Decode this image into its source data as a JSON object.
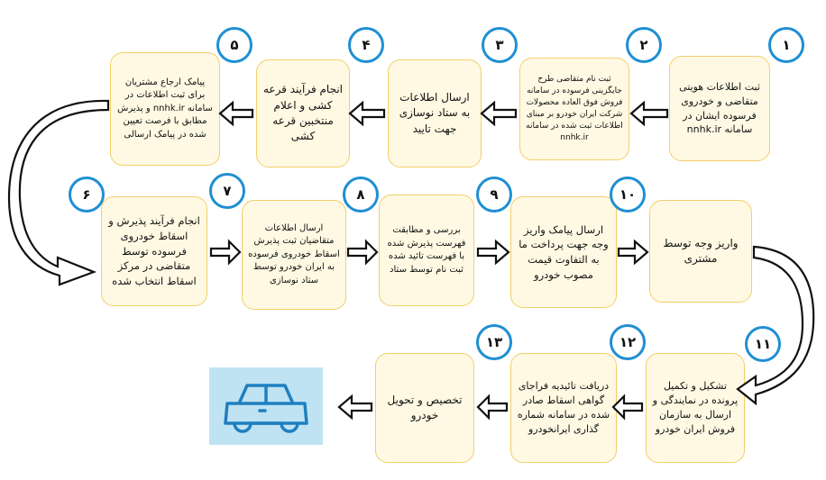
{
  "colors": {
    "box_fill": "#fff9e3",
    "box_border": "#f2cf6a",
    "circle_border": "#1f8fd3",
    "arrow": "#111111",
    "car_icon_bg": "#bfe3f3",
    "car_icon_line": "#1f7fbf"
  },
  "steps": [
    {
      "num": "۱",
      "text": "ثبت اطلاعات هویتی متقاضی و خودروی فرسوده ایشان در سامانه nnhk.ir"
    },
    {
      "num": "۲",
      "text": "ثبت نام متقاضی طرح جایگزینی فرسوده در سامانه فروش فوق العاده محصولات شرکت ایران خودرو بر مبنای اطلاعات ثبت شده در سامانه nnhk.ir"
    },
    {
      "num": "۳",
      "text": "ارسال اطلاعات به ستاد نوسازی جهت تایید"
    },
    {
      "num": "۴",
      "text": "انجام فرآیند قرعه کشی و اعلام منتخبین قرعه کشی"
    },
    {
      "num": "۵",
      "text": "پیامک ارجاع مشتریان برای ثبت اطلاعات در سامانه nnhk.ir و پذیرش مطابق با فرصت تعیین شده در پیامک ارسالی"
    },
    {
      "num": "۶",
      "text": "انجام فرآیند پذیرش و اسقاط خودروی فرسوده توسط متقاضی در مرکز اسقاط انتخاب شده"
    },
    {
      "num": "۷",
      "text": "ارسال اطلاعات متقاضیان ثبت پذیرش اسقاط خودروی فرسوده به ایران خودرو توسط ستاد نوسازی"
    },
    {
      "num": "۸",
      "text": "بررسی و مطابقت فهرست پذیرش شده با فهرست تائید شده ثبت نام توسط ستاد"
    },
    {
      "num": "۹",
      "text": "ارسال پیامک واریز وجه جهت پرداخت ما به التفاوت قیمت مصوب خودرو"
    },
    {
      "num": "۱۰",
      "text": "واریز وجه توسط مشتری"
    },
    {
      "num": "۱۱",
      "text": "تشکیل و تکمیل پرونده در نمایندگی و ارسال به سازمان فروش ایران خودرو"
    },
    {
      "num": "۱۲",
      "text": "دریافت تائیدیه فراجای گواهی اسقاط صادر شده در سامانه شماره گذاری ایرانخودرو"
    },
    {
      "num": "۱۳",
      "text": "تخصیص و تحویل خودرو"
    }
  ],
  "final_icon": "car-icon"
}
